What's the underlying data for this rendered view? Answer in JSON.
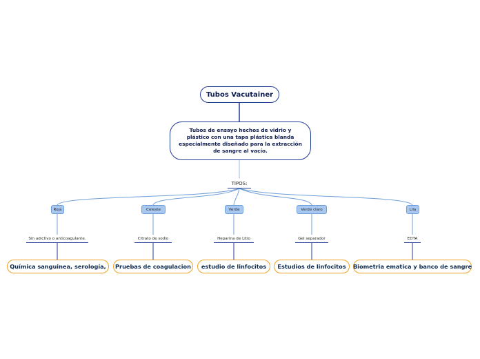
{
  "map": {
    "root": "Tubos Vacutainer",
    "description": "Tubos de ensayo hechos de vidrio y plástico con una tapa plástica blanda especialmente diseñado para la extracción de sangre al vacío.",
    "types_label": "TIPOS:",
    "branches": [
      {
        "color": "Roja",
        "additive": "Sin adictivo o anticoagulante.",
        "use": "Química sanguinea, serología,"
      },
      {
        "color": "Celeste",
        "additive": "Citrato de sodio",
        "use": "Pruebas de coagulacion"
      },
      {
        "color": "Verde",
        "additive": "Heparina de Litio",
        "use": "estudio de linfocitos"
      },
      {
        "color": "Verde claro",
        "additive": "Gel separador",
        "use": "Estudios de linfocitos"
      },
      {
        "color": "Lila",
        "additive": "EDTA",
        "use": "Biometria ematica y banco de sangre"
      }
    ]
  },
  "colors": {
    "line": "#1f3a93",
    "branch_line": "#6f9fd8",
    "chip": "#a8c8f0",
    "leaf_border": "#f0a020"
  }
}
